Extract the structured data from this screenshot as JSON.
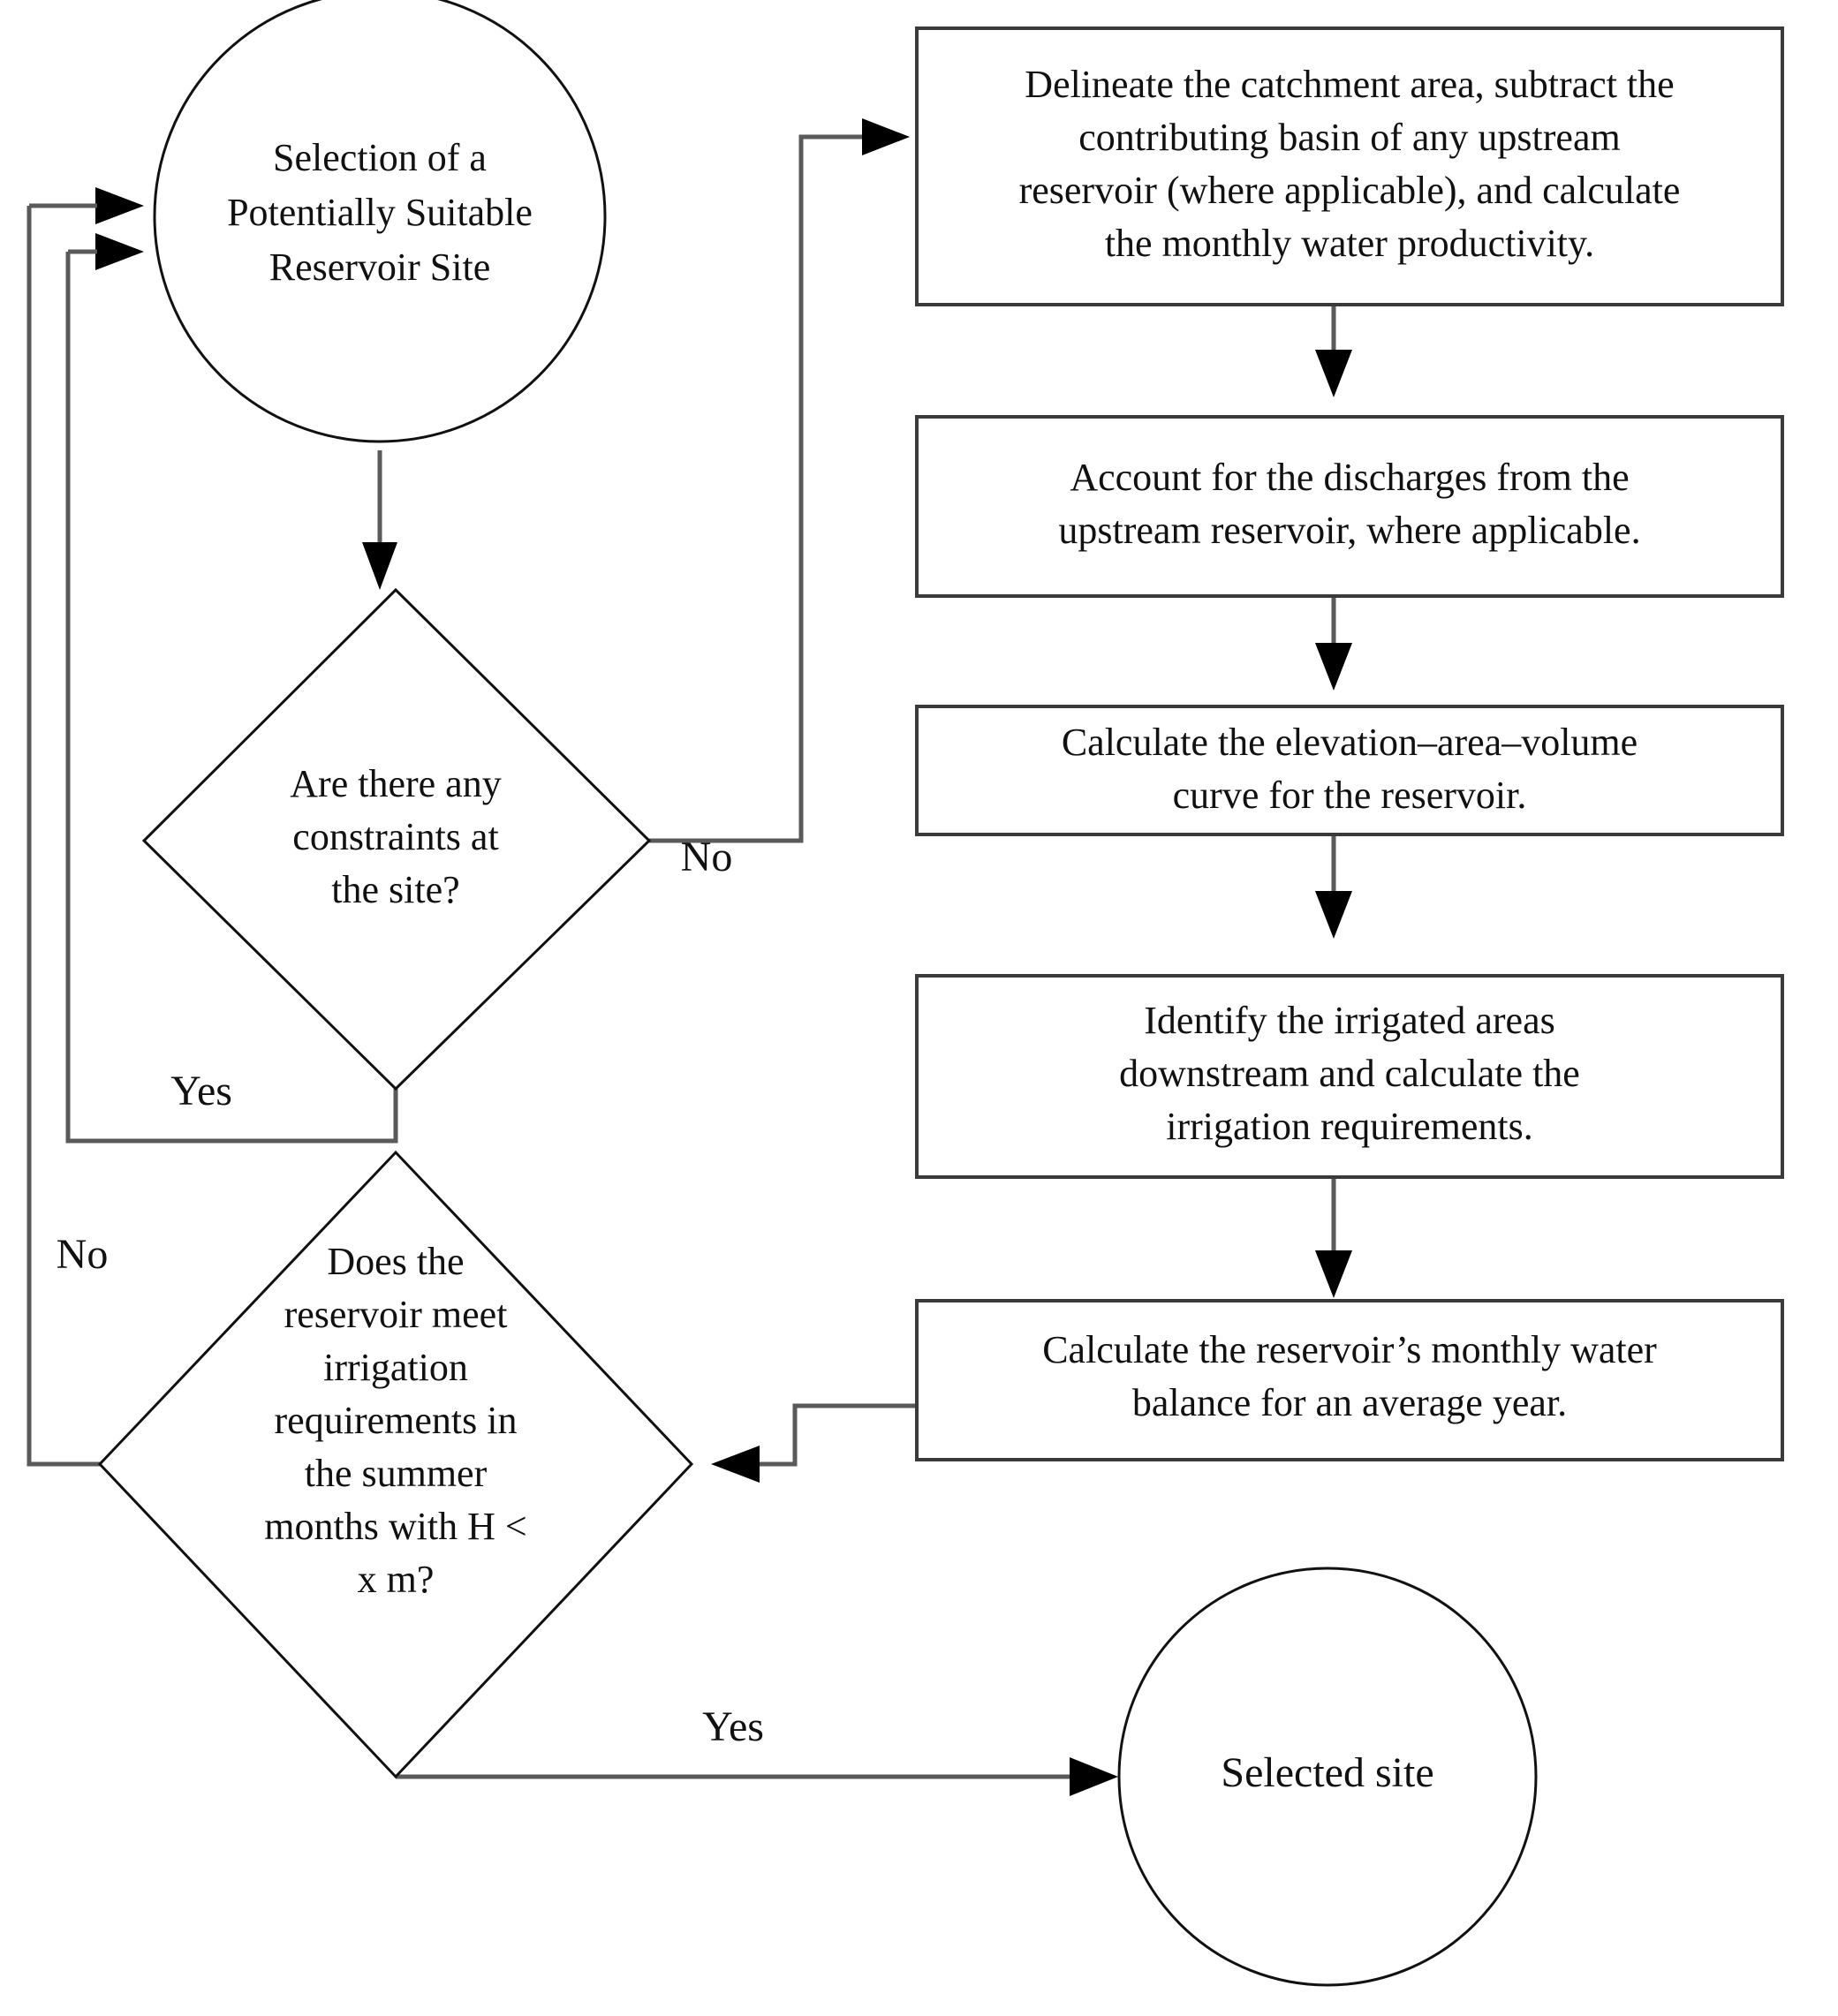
{
  "diagram": {
    "type": "flowchart",
    "title": "Reservoir site selection flowchart",
    "nodes": {
      "start": {
        "shape": "circle",
        "lines": [
          "Selection of a",
          "Potentially Suitable",
          "Reservoir Site"
        ]
      },
      "decision_constraints": {
        "shape": "diamond",
        "lines": [
          "Are there any",
          "constraints at",
          "the site?"
        ]
      },
      "decision_irrigation": {
        "shape": "diamond",
        "lines": [
          "Does the",
          "reservoir meet",
          "irrigation",
          "requirements in",
          "the summer",
          "months with H <",
          "x m?"
        ]
      },
      "process_delineate": {
        "shape": "rectangle",
        "lines": [
          "Delineate the catchment area, subtract the",
          "contributing basin of any upstream",
          "reservoir (where applicable), and calculate",
          "the monthly water productivity."
        ]
      },
      "process_discharges": {
        "shape": "rectangle",
        "lines": [
          "Account for the discharges from the",
          "upstream reservoir, where applicable."
        ]
      },
      "process_eav_curve": {
        "shape": "rectangle",
        "lines": [
          "Calculate the elevation–area–volume",
          "curve for the reservoir."
        ]
      },
      "process_irrigated_areas": {
        "shape": "rectangle",
        "lines": [
          "Identify the irrigated areas",
          "downstream and calculate the",
          "irrigation requirements."
        ]
      },
      "process_water_balance": {
        "shape": "rectangle",
        "lines": [
          "Calculate the reservoir’s monthly water",
          "balance for an average year."
        ]
      },
      "end": {
        "shape": "circle",
        "lines": [
          "Selected site"
        ]
      }
    },
    "edge_labels": {
      "constraints_no": "No",
      "constraints_yes": "Yes",
      "irrigation_no": "No",
      "irrigation_yes": "Yes"
    },
    "colors": {
      "background": "#ffffff",
      "node_stroke": "#3a3a3a",
      "connector": "#5a5a5a",
      "arrow_fill": "#000000",
      "text": "#111111"
    }
  }
}
